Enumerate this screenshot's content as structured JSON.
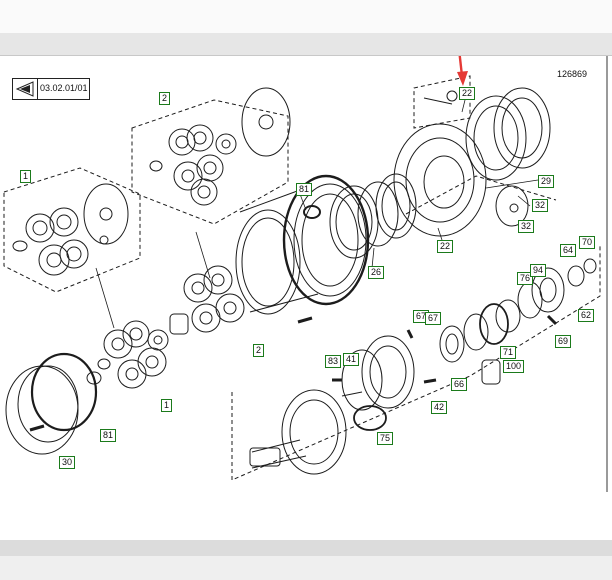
{
  "reference_code": "03.02.01/01",
  "drawing_number": "126869",
  "colors": {
    "callout_border": "#1b7a1b",
    "marker_arrow": "#e53935"
  },
  "callouts": [
    {
      "id": "c2",
      "text": "2"
    },
    {
      "id": "c1a",
      "text": "1"
    },
    {
      "id": "c81a",
      "text": "81"
    },
    {
      "id": "c22a",
      "text": "22"
    },
    {
      "id": "c29",
      "text": "29"
    },
    {
      "id": "c32",
      "text": "32"
    },
    {
      "id": "c32b",
      "text": "32"
    },
    {
      "id": "c26",
      "text": "26"
    },
    {
      "id": "c22b",
      "text": "22"
    },
    {
      "id": "c64",
      "text": "64"
    },
    {
      "id": "c70",
      "text": "70"
    },
    {
      "id": "c76",
      "text": "76"
    },
    {
      "id": "c94",
      "text": "94"
    },
    {
      "id": "c62",
      "text": "62"
    },
    {
      "id": "c69",
      "text": "69"
    },
    {
      "id": "c71",
      "text": "71"
    },
    {
      "id": "c100",
      "text": "100"
    },
    {
      "id": "c67a",
      "text": "67"
    },
    {
      "id": "c67b",
      "text": "67"
    },
    {
      "id": "c66",
      "text": "66"
    },
    {
      "id": "c42",
      "text": "42"
    },
    {
      "id": "c83",
      "text": "83"
    },
    {
      "id": "c41",
      "text": "41"
    },
    {
      "id": "c75",
      "text": "75"
    },
    {
      "id": "c2b",
      "text": "2"
    },
    {
      "id": "c1b",
      "text": "1"
    },
    {
      "id": "c81b",
      "text": "81"
    },
    {
      "id": "c30",
      "text": "30"
    }
  ]
}
